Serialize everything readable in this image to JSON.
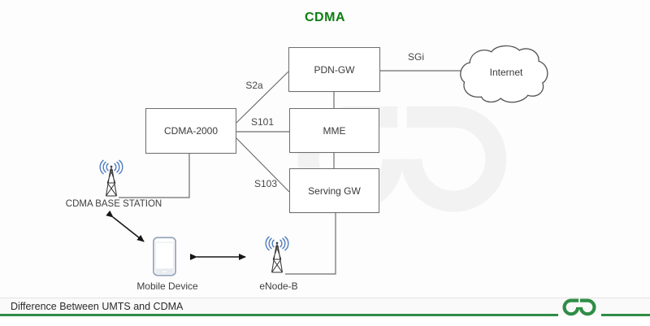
{
  "title": "CDMA",
  "nodes": {
    "pdn_gw": "PDN-GW",
    "mme": "MME",
    "serving_gw": "Serving GW",
    "cdma_2000": "CDMA-2000",
    "internet": "Internet"
  },
  "edge_labels": {
    "s2a": "S2a",
    "s101": "S101",
    "s103": "S103",
    "sgi": "SGi"
  },
  "devices": {
    "base_station": "CDMA BASE STATION",
    "mobile": "Mobile Device",
    "enodeb": "eNode-B"
  },
  "footer": {
    "caption": "Difference Between UMTS and CDMA"
  },
  "colors": {
    "title_green": "#0e7e10",
    "brand_green": "#2f8d46",
    "wave_blue": "#4f7cc0",
    "line_gray": "#6e6e6e"
  }
}
